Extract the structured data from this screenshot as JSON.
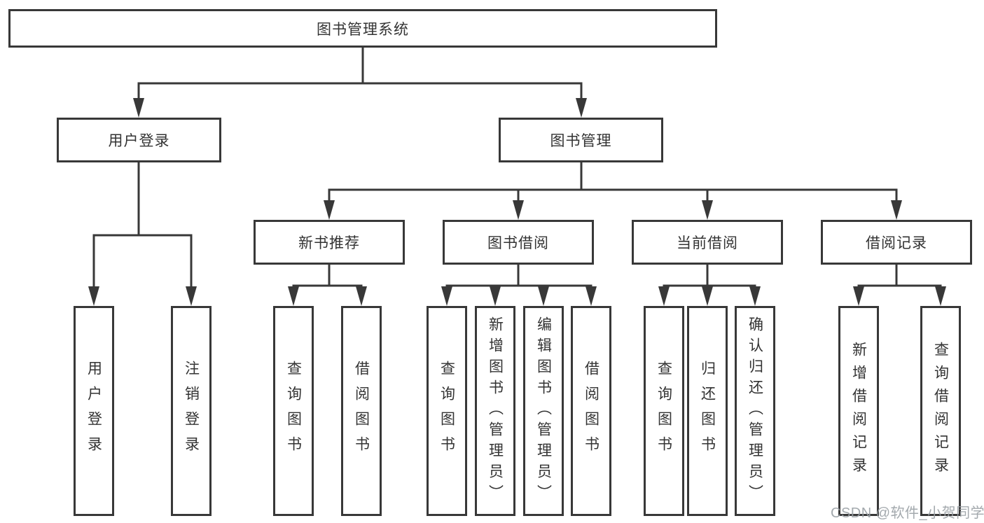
{
  "diagram": {
    "type": "hierarchy-tree",
    "watermark": "CSDN @软件_小贺同学",
    "colors": {
      "line": "#383838",
      "box_border": "#383838",
      "box_fill": "#ffffff",
      "text": "#333333",
      "watermark": "#9aa0a5"
    },
    "root": {
      "label": "图书管理系统"
    },
    "level2": [
      {
        "label": "用户登录",
        "parent": "图书管理系统"
      },
      {
        "label": "图书管理",
        "parent": "图书管理系统"
      }
    ],
    "level3": [
      {
        "label": "新书推荐",
        "parent": "图书管理"
      },
      {
        "label": "图书借阅",
        "parent": "图书管理"
      },
      {
        "label": "当前借阅",
        "parent": "图书管理"
      },
      {
        "label": "借阅记录",
        "parent": "图书管理"
      }
    ],
    "leaves": [
      {
        "label": "用户登录",
        "parent": "用户登录"
      },
      {
        "label": "注销登录",
        "parent": "用户登录"
      },
      {
        "label": "查询图书",
        "parent": "新书推荐"
      },
      {
        "label": "借阅图书",
        "parent": "新书推荐"
      },
      {
        "label": "查询图书",
        "parent": "图书借阅"
      },
      {
        "label": "新增图书（管理员）",
        "parent": "图书借阅"
      },
      {
        "label": "编辑图书（管理员）",
        "parent": "图书借阅"
      },
      {
        "label": "借阅图书",
        "parent": "图书借阅"
      },
      {
        "label": "查询图书",
        "parent": "当前借阅"
      },
      {
        "label": "归还图书",
        "parent": "当前借阅"
      },
      {
        "label": "确认归还（管理员）",
        "parent": "当前借阅"
      },
      {
        "label": "新增借阅记录",
        "parent": "借阅记录"
      },
      {
        "label": "查询借阅记录",
        "parent": "借阅记录"
      }
    ]
  }
}
